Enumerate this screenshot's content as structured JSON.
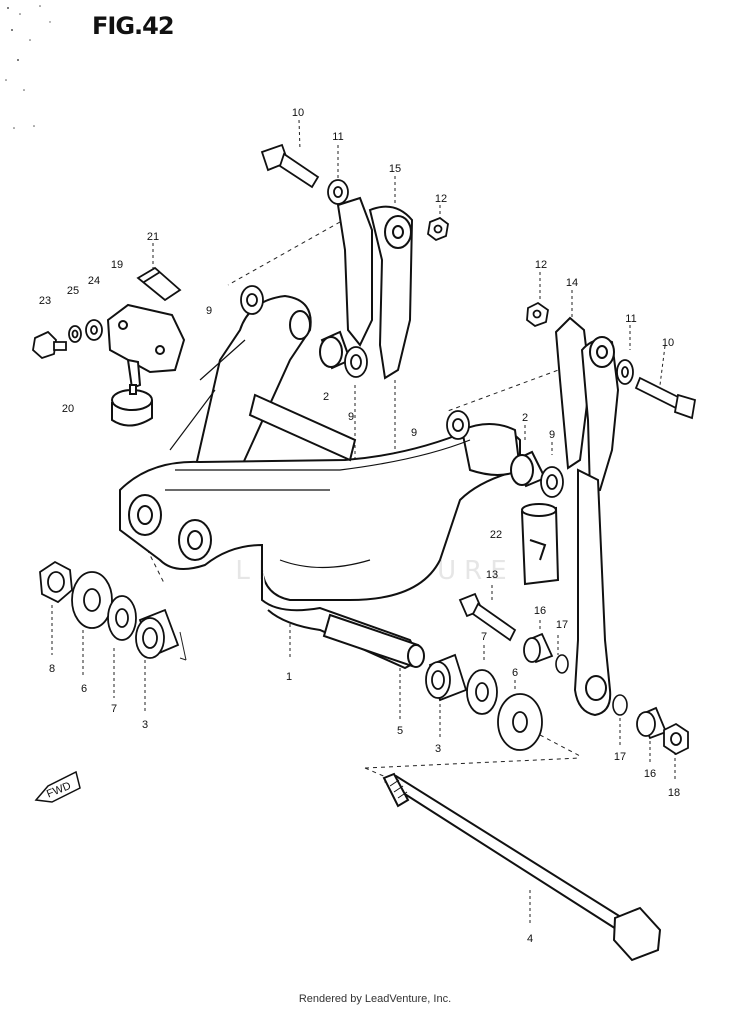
{
  "figure": {
    "title": "FIG.42"
  },
  "watermark": "LEADVENTURE",
  "footer": "Rendered by LeadVenture, Inc.",
  "direction_marker": "FWD",
  "callouts": {
    "c10a": "10",
    "c11a": "11",
    "c15": "15",
    "c12a": "12",
    "c21": "21",
    "c19": "19",
    "c23": "23",
    "c25": "25",
    "c24": "24",
    "c9a": "9",
    "c2a": "2",
    "c9b": "9",
    "c20": "20",
    "c12b": "12",
    "c14": "14",
    "c11b": "11",
    "c10b": "10",
    "c9c": "9",
    "c2b": "2",
    "c9d": "9",
    "c22": "22",
    "c13": "13",
    "c16a": "16",
    "c17a": "17",
    "c7a": "7",
    "c6a": "6",
    "c1": "1",
    "c8": "8",
    "c6b": "6",
    "c7b": "7",
    "c3a": "3",
    "c5": "5",
    "c3b": "3",
    "c17b": "17",
    "c16b": "16",
    "c18": "18",
    "c4": "4"
  }
}
